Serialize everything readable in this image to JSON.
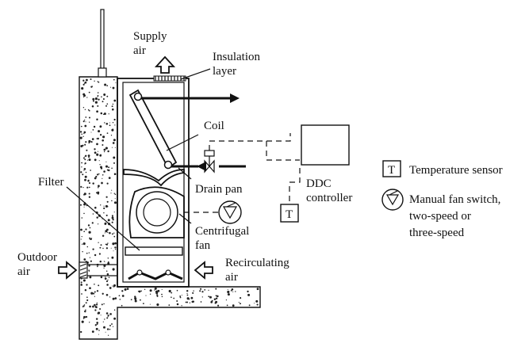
{
  "labels": {
    "supply_air_1": "Supply",
    "supply_air_2": "air",
    "insulation_1": "Insulation",
    "insulation_2": "layer",
    "coil": "Coil",
    "filter": "Filter",
    "drain_pan": "Drain pan",
    "centrifugal_1": "Centrifugal",
    "centrifugal_2": "fan",
    "outdoor_1": "Outdoor",
    "outdoor_2": "air",
    "recirc_1": "Recirculating",
    "recirc_2": "air",
    "ddc_1": "DDC",
    "ddc_2": "controller",
    "t_symbol": "T"
  },
  "legend": {
    "temp_symbol": "T",
    "temp_label": "Temperature sensor",
    "fan_switch_1": "Manual fan switch,",
    "fan_switch_2": "two-speed or",
    "fan_switch_3": "three-speed"
  }
}
